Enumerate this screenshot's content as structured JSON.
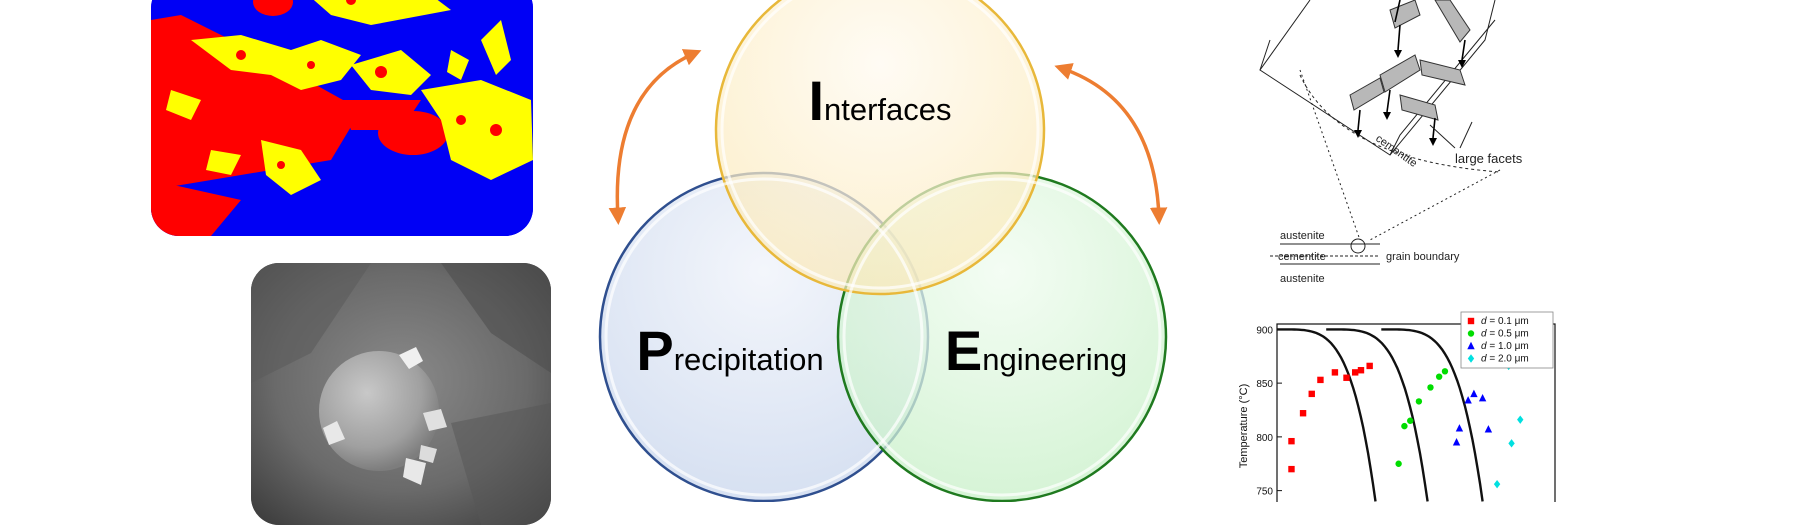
{
  "venn": {
    "interfaces": {
      "initial": "I",
      "rest": "nterfaces"
    },
    "precipitation": {
      "initial": "P",
      "rest": "recipitation"
    },
    "engineering": {
      "initial": "E",
      "rest": "ngineering"
    }
  },
  "colors": {
    "interfaces_fill": "#fdf3d8",
    "interfaces_stroke": "#e8b83a",
    "precipitation_fill": "#dfe7f5",
    "precipitation_stroke": "#2f4f8f",
    "engineering_fill": "#d9f5d9",
    "engineering_stroke": "#1f7a1f",
    "arrow": "#ed7d31"
  },
  "diagram": {
    "labels": {
      "cementite": "cementite",
      "large_facets": "large facets",
      "austenite_top": "austenite",
      "cementite_left": "cementite",
      "grain_boundary": "grain boundary",
      "austenite_bottom": "austenite"
    }
  },
  "chart_data": {
    "type": "scatter",
    "ylabel": "Temperature (°C)",
    "yticks": [
      750,
      800,
      850,
      900
    ],
    "ylim": [
      745,
      905
    ],
    "legend": {
      "position": "top-right",
      "entries": [
        {
          "prefix": "d",
          "text": " = 0.1 μm",
          "color": "#ff0000",
          "marker": "square"
        },
        {
          "prefix": "d",
          "text": " = 0.5 μm",
          "color": "#00dd00",
          "marker": "circle"
        },
        {
          "prefix": "d",
          "text": " = 1.0 μm",
          "color": "#0000ff",
          "marker": "triangle"
        },
        {
          "prefix": "d",
          "text": " = 2.0 μm",
          "color": "#00e0e0",
          "marker": "diamond"
        }
      ]
    },
    "series": [
      {
        "color": "#ff0000",
        "marker": "square",
        "x": [
          0.5,
          0.5,
          0.9,
          1.2,
          1.5,
          2.0,
          2.4,
          2.7,
          2.9,
          3.2
        ],
        "y": [
          770,
          796,
          822,
          840,
          853,
          860,
          855,
          860,
          862,
          866
        ]
      },
      {
        "color": "#00dd00",
        "marker": "circle",
        "x": [
          4.2,
          4.4,
          4.6,
          4.9,
          5.3,
          5.6,
          5.8
        ],
        "y": [
          775,
          810,
          815,
          833,
          846,
          856,
          861
        ]
      },
      {
        "color": "#0000ff",
        "marker": "triangle",
        "x": [
          6.3,
          6.6,
          6.8,
          7.1,
          7.3,
          6.2
        ],
        "y": [
          808,
          834,
          840,
          836,
          807,
          795
        ]
      },
      {
        "color": "#00e0e0",
        "marker": "diamond",
        "x": [
          7.6,
          8.1,
          8.4,
          8.0
        ],
        "y": [
          756,
          794,
          816,
          866
        ]
      }
    ],
    "curves": [
      {
        "name": "d=0.1",
        "t0": 0,
        "t1": 3.4
      },
      {
        "name": "d=0.5",
        "t0": 1.7,
        "t1": 5.2
      },
      {
        "name": "d=1.0",
        "t0": 3.6,
        "t1": 7.1
      }
    ],
    "xlim": [
      0,
      9.6
    ]
  }
}
